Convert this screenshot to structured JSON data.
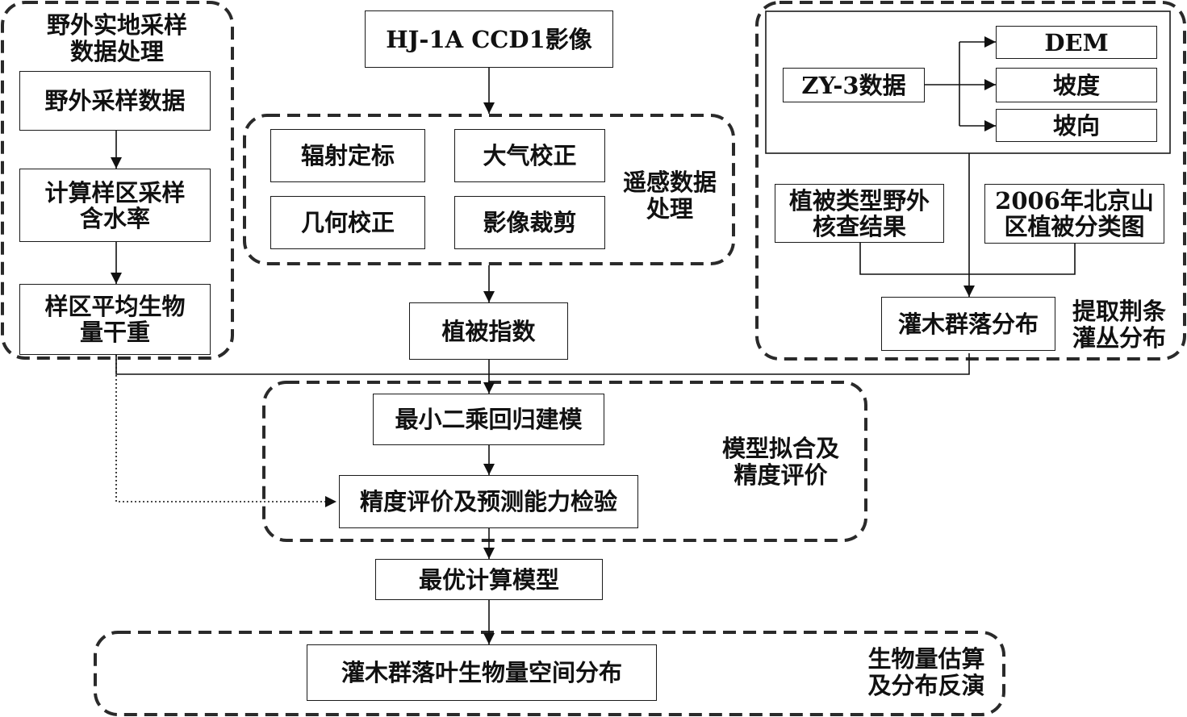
{
  "groups": {
    "field": "野外实地采样\n数据处理",
    "rs": "遥感数据\n处理",
    "extract": "提取荆条\n灌丛分布",
    "model": "模型拟合及\n精度评价",
    "biomass": "生物量估算\n及分布反演"
  },
  "boxes": {
    "field_data": "野外采样数据",
    "moisture": "计算样区采样\n含水率",
    "dry_weight": "样区平均生物\n量干重",
    "hj1a": "HJ-1A CCD1影像",
    "radiometric": "辐射定标",
    "atmospheric": "大气校正",
    "geometric": "几何校正",
    "clip": "影像裁剪",
    "veg_index": "植被指数",
    "zy3": "ZY-3数据",
    "dem": "DEM",
    "slope": "坡度",
    "aspect": "坡向",
    "veg_check": "植被类型野外\n核查结果",
    "veg_map": "2006年北京山\n区植被分类图",
    "shrub_dist": "灌木群落分布",
    "least_squares": "最小二乘回归建模",
    "accuracy": "精度评价及预测能力检验",
    "optimal": "最优计算模型",
    "spatial": "灌木群落叶生物量空间分布"
  }
}
